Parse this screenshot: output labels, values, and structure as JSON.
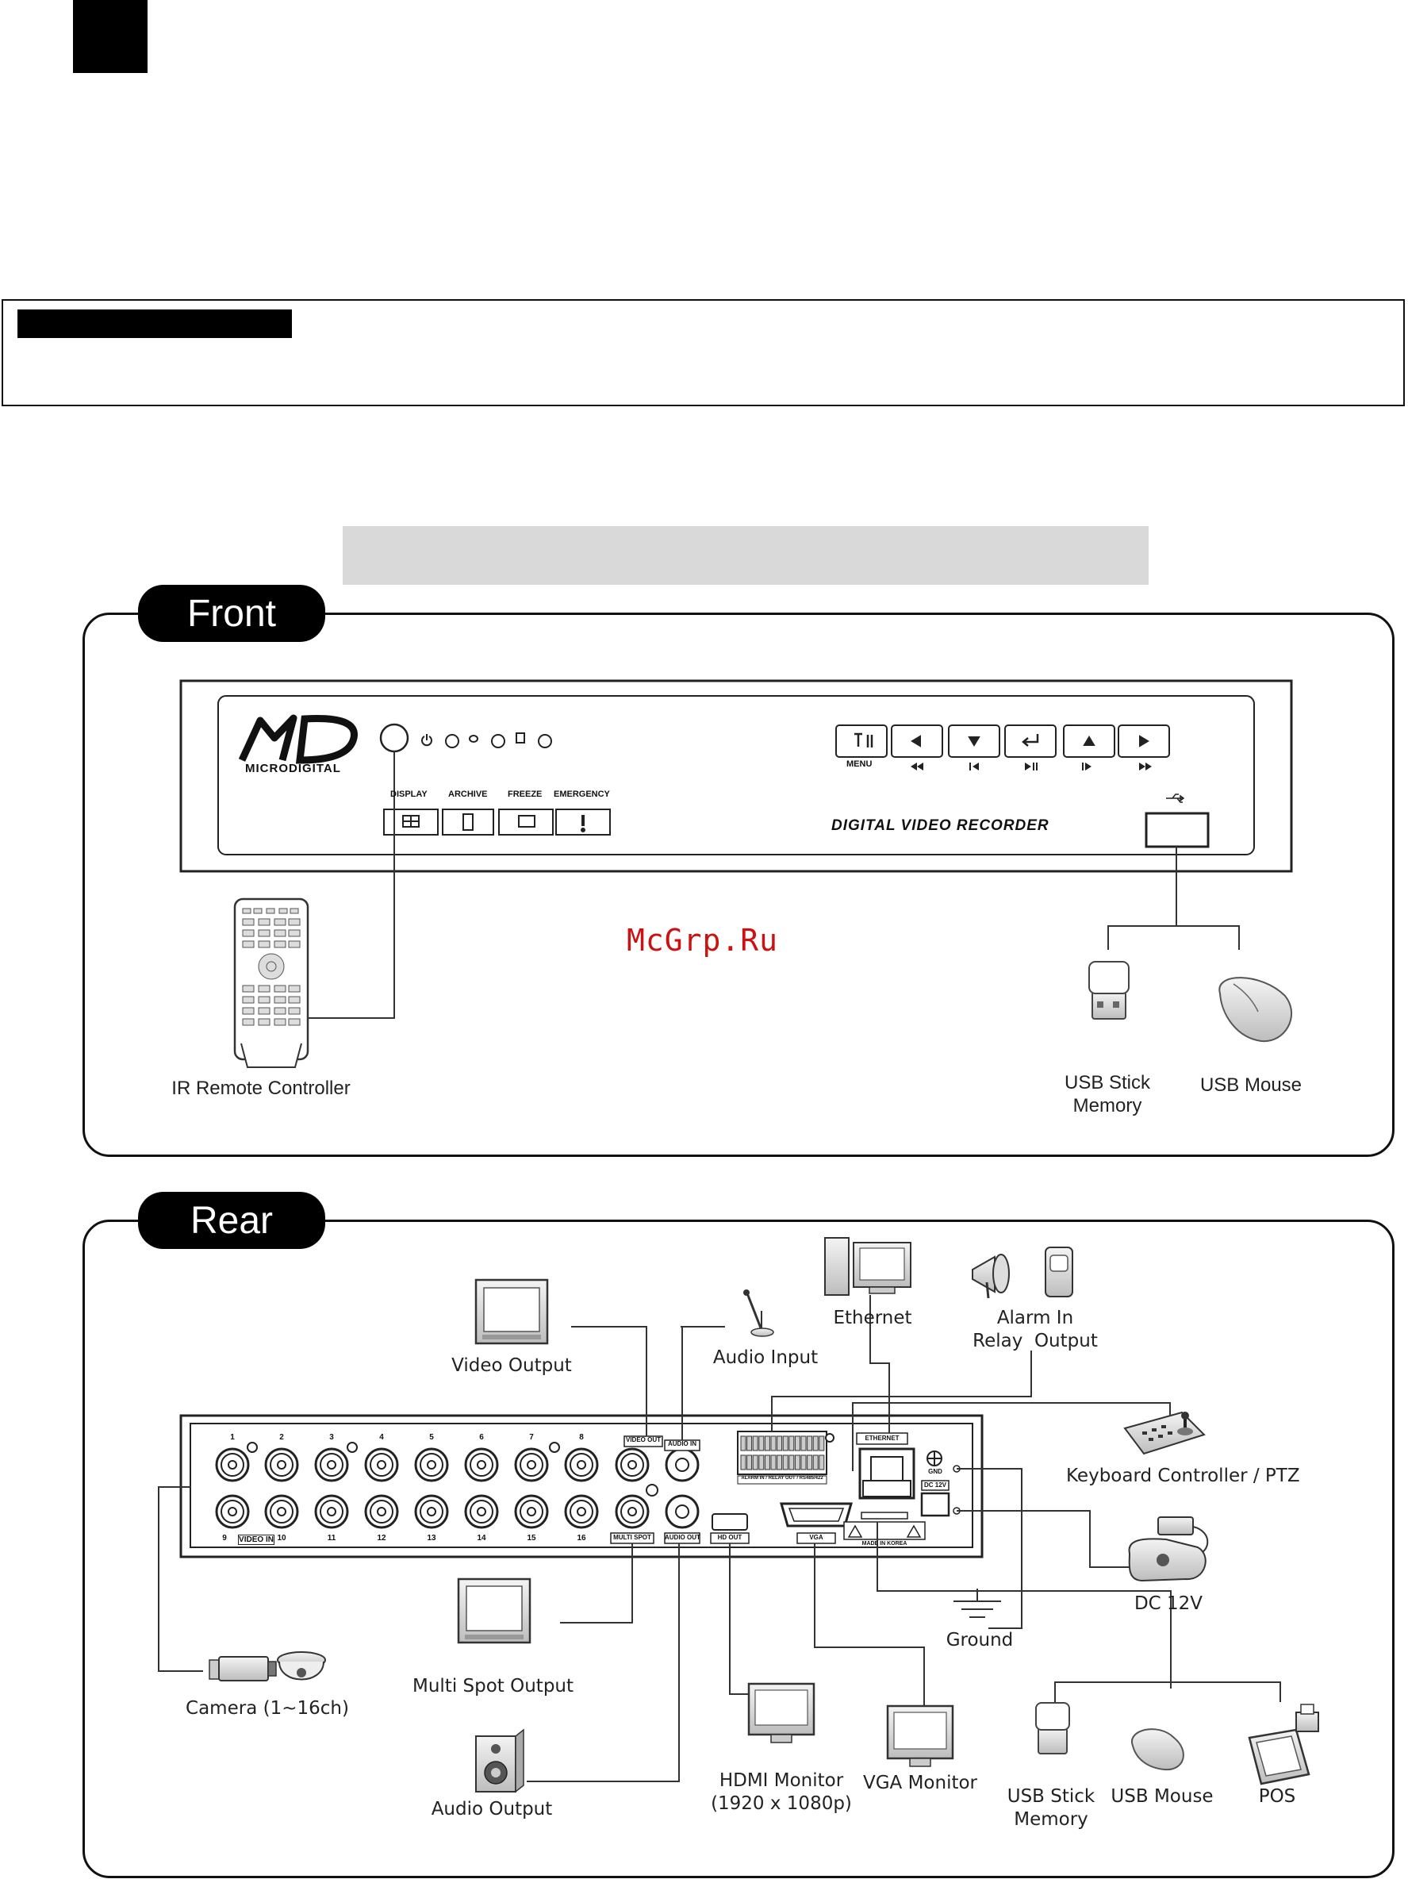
{
  "watermark": "McGrp.Ru",
  "front": {
    "section_label": "Front",
    "brand": "MICRODIGITAL",
    "panel_caption": "DIGITAL VIDEO RECORDER",
    "buttons": [
      "DISPLAY",
      "ARCHIVE",
      "FREEZE",
      "EMERGENCY"
    ],
    "menu_label": "MENU",
    "connections": {
      "ir_remote": "IR Remote Controller",
      "usb_stick_line1": "USB Stick",
      "usb_stick_line2": "Memory",
      "usb_mouse": "USB Mouse"
    }
  },
  "rear": {
    "section_label": "Rear",
    "video_in_label": "VIDEO IN",
    "port_labels": {
      "video_out": "VIDEO OUT",
      "audio_in": "AUDIO IN",
      "multi_spot": "MULTI SPOT",
      "audio_out": "AUDIO OUT",
      "hd_out": "HD OUT",
      "vga": "VGA",
      "ethernet": "ETHERNET",
      "gnd": "GND",
      "dc12v": "DC 12V",
      "alarm_strip": "ALARM IN / RELAY OUT / RS485/422",
      "made_in": "MADE IN KOREA"
    },
    "channels_top": [
      "1",
      "2",
      "3",
      "4",
      "5",
      "6",
      "7",
      "8"
    ],
    "channels_bottom": [
      "9",
      "10",
      "11",
      "12",
      "13",
      "14",
      "15",
      "16"
    ],
    "connections": {
      "video_output": "Video Output",
      "audio_input": "Audio Input",
      "ethernet": "Ethernet",
      "alarm_line1": "Alarm In",
      "alarm_line2": "Relay  Output",
      "keyboard": "Keyboard Controller / PTZ",
      "dc12v": "DC 12V",
      "ground": "Ground",
      "camera": "Camera (1~16ch)",
      "multi_spot": "Multi Spot Output",
      "audio_output": "Audio Output",
      "hdmi_line1": "HDMI Monitor",
      "hdmi_line2": "(1920 x 1080p)",
      "vga": "VGA Monitor",
      "usb_stick_line1": "USB Stick",
      "usb_stick_line2": "Memory",
      "usb_mouse": "USB Mouse",
      "pos": "POS"
    }
  }
}
